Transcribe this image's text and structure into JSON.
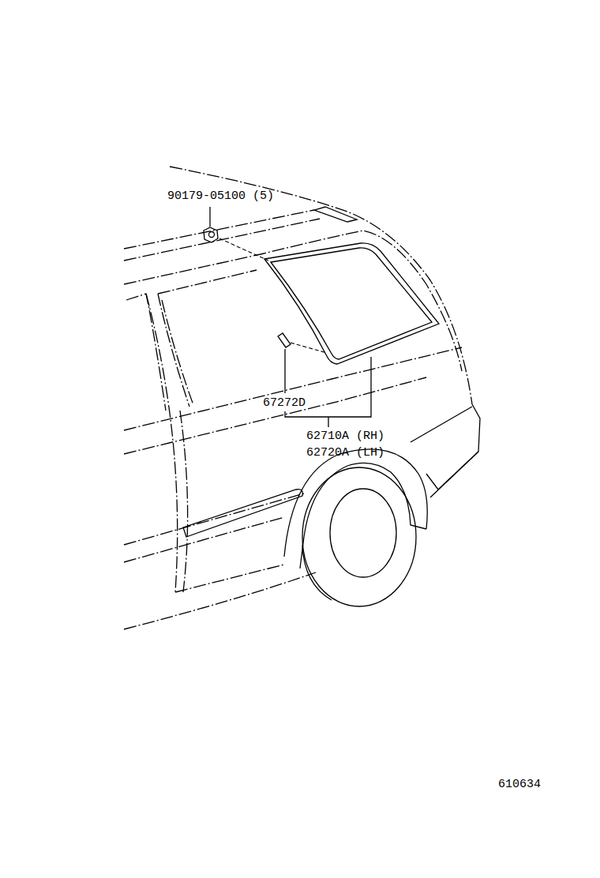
{
  "diagram": {
    "labels": [
      "90179-05100 (5)",
      "67272D",
      "62710A (RH)",
      "62720A (LH)",
      "610634"
    ]
  }
}
